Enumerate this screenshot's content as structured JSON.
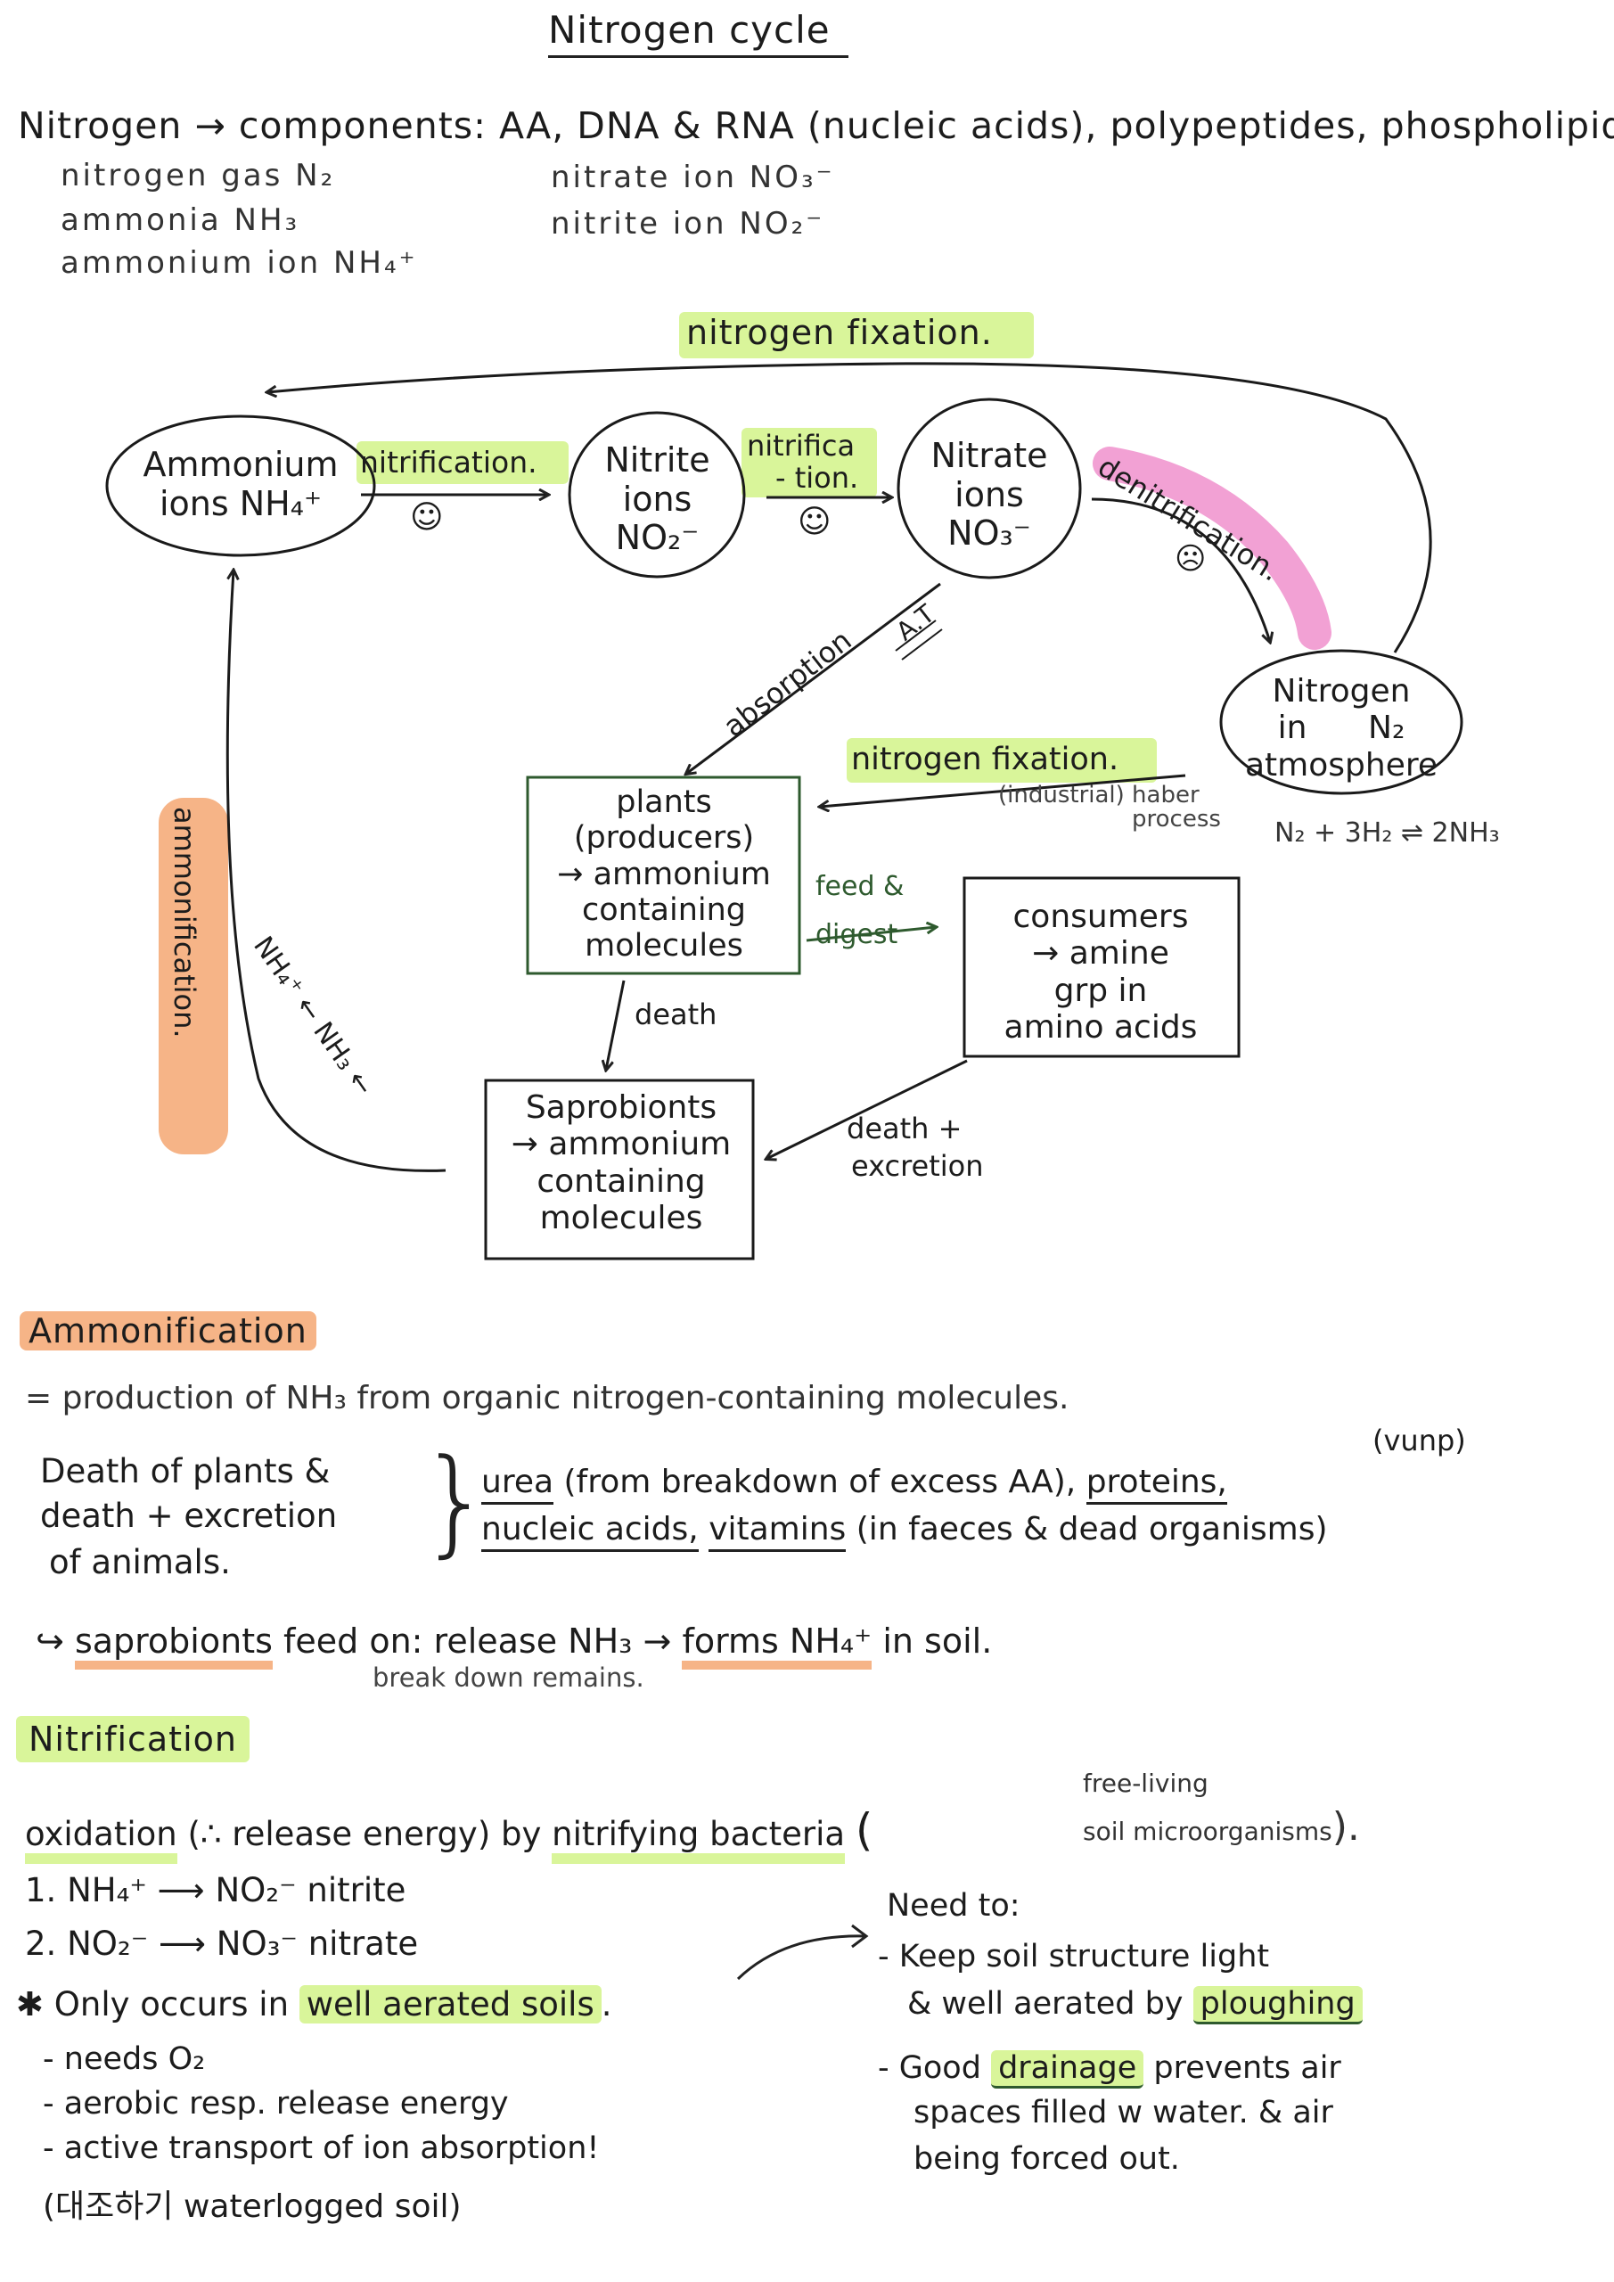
{
  "title": "Nitrogen cycle",
  "intro": {
    "components_line": "Nitrogen → components: AA, DNA & RNA (nucleic acids), polypeptides, phospholipid",
    "forms_left": [
      "nitrogen gas N₂",
      "ammonia NH₃",
      "ammonium ion NH₄⁺"
    ],
    "forms_right": [
      "nitrate ion NO₃⁻",
      "nitrite ion NO₂⁻"
    ]
  },
  "diagram": {
    "top_label": "nitrogen fixation.",
    "nodes": {
      "ammonium": [
        "Ammonium",
        "ions NH₄⁺"
      ],
      "nitrite": [
        "Nitrite",
        "ions",
        "NO₂⁻"
      ],
      "nitrate": [
        "Nitrate",
        "ions",
        "NO₃⁻"
      ],
      "nitrogen": [
        "Nitrogen",
        "in      N₂",
        "atmosphere"
      ],
      "plants": [
        "plants",
        "(producers)",
        "→ ammonium",
        "containing",
        "molecules"
      ],
      "consumers": [
        "consumers",
        "→ amine",
        "grp in",
        "amino acids"
      ],
      "saprobionts": [
        "Saprobionts",
        "→ ammonium",
        "containing",
        "molecules"
      ]
    },
    "arrows": {
      "nitrification1": "nitrification.",
      "nitrification2a": "nitrifica",
      "nitrification2b": "- tion.",
      "denitrification": "denitrification.",
      "absorption": "absorption",
      "at": "A.T",
      "fixation2": "nitrogen fixation.",
      "industrial": "(industrial) haber",
      "process": "process",
      "equation": "N₂ + 3H₂ ⇌ 2NH₃",
      "feed_a": "feed &",
      "feed_b": "digest",
      "death": "death",
      "death_excretion_a": "death +",
      "death_excretion_b": "excretion",
      "ammonification": "ammonification.",
      "nh4_nh3": "NH₄⁺ ← NH₃ ←"
    },
    "smiley_happy": "☺",
    "smiley_sad": "☹"
  },
  "ammonification": {
    "heading": "Ammonification",
    "definition": "= production of NH₃ from organic nitrogen-containing molecules.",
    "sources_left": [
      "Death of plants &",
      "death + excretion",
      "of animals."
    ],
    "vunp": "(vunp)",
    "sources_right_1a": "urea",
    "sources_right_1b": "(from breakdown of excess AA),",
    "sources_right_1c": "proteins,",
    "sources_right_2a": "nucleic acids,",
    "sources_right_2b": "vitamins",
    "sources_right_2c": "(in faeces & dead organisms)",
    "arrow_line_a": "saprobionts",
    "arrow_line_b": "feed on: release NH₃ →",
    "arrow_line_c": "forms NH₄⁺",
    "arrow_line_d": "in soil.",
    "sub_note": "break down remains."
  },
  "nitrification": {
    "heading": "Nitrification",
    "line_a": "oxidation",
    "line_b": "(∴ release energy) by",
    "line_c": "nitrifying bacteria",
    "note_a": "free-living",
    "note_b": "soil microorganisms",
    "step1": "1.  NH₄⁺ ⟶ NO₂⁻ nitrite",
    "step2": "2.  NO₂⁻ ⟶ NO₃⁻ nitrate",
    "only_a": "✱ Only occurs in",
    "only_b": "well aerated soils",
    "bullets": [
      "- needs O₂",
      "- aerobic resp. release energy",
      "- active transport of ion absorption!"
    ],
    "contrast": "(대조하기 waterlogged soil)",
    "need_to": "Need to:",
    "need_1a": "- Keep soil structure light",
    "need_1b": "& well aerated by",
    "need_1c": "ploughing",
    "need_2a": "- Good",
    "need_2b": "drainage",
    "need_2c": "prevents air",
    "need_2d": "spaces filled w water. & air",
    "need_2e": "being forced out."
  }
}
